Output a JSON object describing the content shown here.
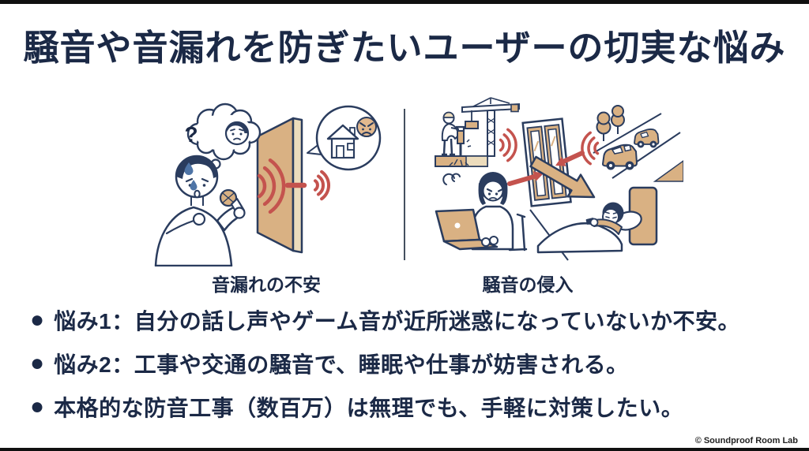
{
  "page": {
    "title": "騒音や音漏れを防ぎたいユーザーの切実な悩み",
    "copyright": "© Soundproof Room Lab"
  },
  "illustrations": {
    "left": {
      "caption": "音漏れの不安",
      "question_mark": "?"
    },
    "right": {
      "caption": "騒音の侵入"
    }
  },
  "bullets": [
    {
      "marker": "●",
      "text": "悩み1：自分の話し声やゲーム音が近所迷惑になっていないか不安。"
    },
    {
      "marker": "●",
      "text": "悩み2：工事や交通の騒音で、睡眠や仕事が妨害される。"
    },
    {
      "marker": "●",
      "text": "本格的な防音工事（数百万）は無理でも、手軽に対策したい。"
    }
  ],
  "colors": {
    "title_text": "#1b2946",
    "outline_navy": "#2a3c5e",
    "accent_red": "#c4534e",
    "tan": "#d9b183",
    "tan_light": "#ecdcbc",
    "sweat_blue": "#4e74a6",
    "background": "#ffffff"
  }
}
